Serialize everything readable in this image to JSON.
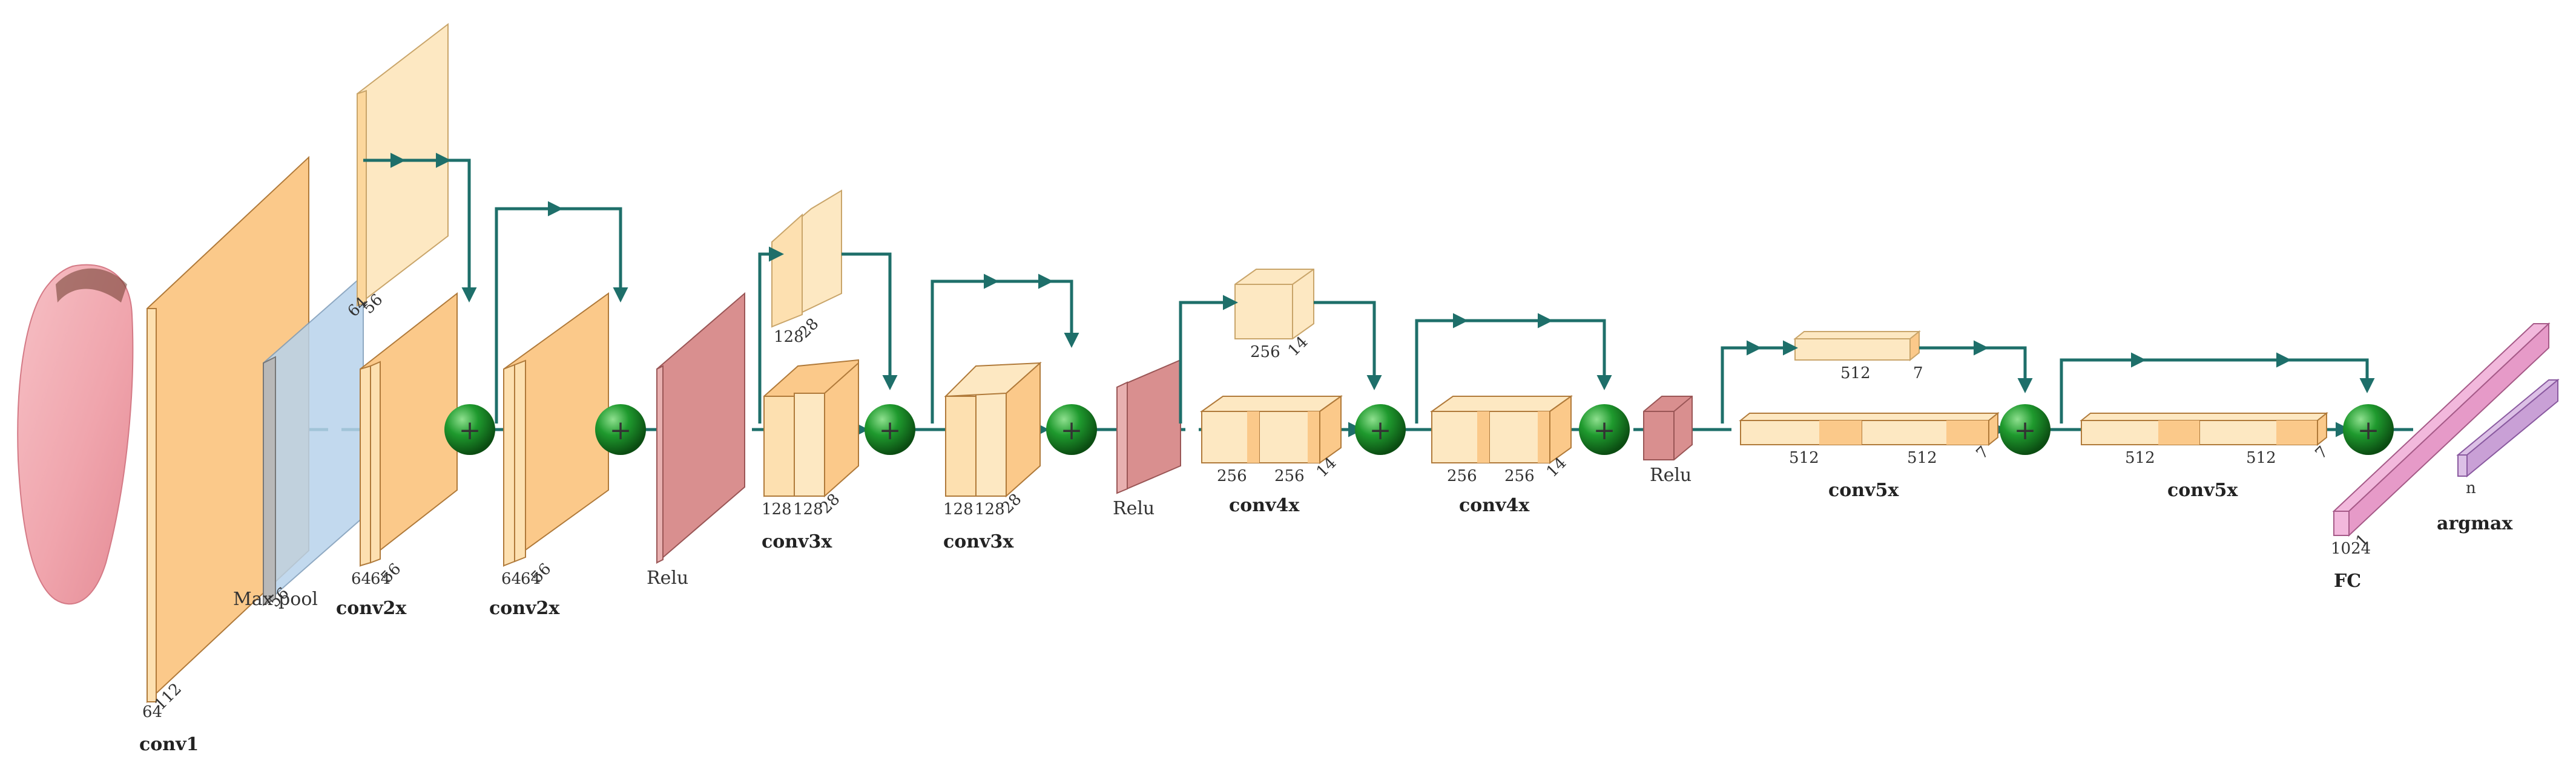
{
  "colors": {
    "conv_fill": "#fbc98a",
    "conv_light": "#fde8c2",
    "relu_fill": "#d98f8f",
    "pool_fill": "#b8b8b8",
    "pool_blue": "#b8d3ec",
    "fc_fill": "#e69ac8",
    "argmax_fill": "#c9a0d6",
    "add_node": "#1f9a2e",
    "arrow": "#1e6f6a",
    "input_image": "#f0a5ad"
  },
  "input_image": {
    "description_icon": "tongue-image"
  },
  "blocks": {
    "conv1": {
      "caption": "conv1",
      "dims": [
        "64",
        "112"
      ]
    },
    "maxpool": {
      "caption": "Max pool",
      "dims": [
        "56"
      ]
    },
    "conv2a": {
      "caption": "conv2x",
      "dims": [
        "64",
        "64",
        "56"
      ],
      "skip_dims": [
        "64",
        "56"
      ]
    },
    "conv2b": {
      "caption": "conv2x",
      "dims": [
        "64",
        "64",
        "56"
      ]
    },
    "relu1": {
      "caption": "Relu"
    },
    "conv3a": {
      "caption": "conv3x",
      "dims": [
        "128",
        "128",
        "28"
      ],
      "skip_dims": [
        "128",
        "28"
      ]
    },
    "conv3b": {
      "caption": "conv3x",
      "dims": [
        "128",
        "128",
        "28"
      ]
    },
    "relu2": {
      "caption": "Relu"
    },
    "conv4a": {
      "caption": "conv4x",
      "dims": [
        "256",
        "256",
        "14"
      ],
      "skip_dims": [
        "256",
        "14"
      ]
    },
    "conv4b": {
      "caption": "conv4x",
      "dims": [
        "256",
        "256",
        "14"
      ]
    },
    "relu3": {
      "caption": "Relu"
    },
    "conv5a": {
      "caption": "conv5x",
      "dims": [
        "512",
        "512",
        "7"
      ],
      "skip_dims": [
        "512",
        "7"
      ]
    },
    "conv5b": {
      "caption": "conv5x",
      "dims": [
        "512",
        "512",
        "7"
      ]
    },
    "fc": {
      "caption": "FC",
      "dims": [
        "1024",
        "1"
      ]
    },
    "argmax": {
      "caption": "argmax",
      "dims": [
        "n"
      ]
    }
  },
  "add_symbol": "+"
}
